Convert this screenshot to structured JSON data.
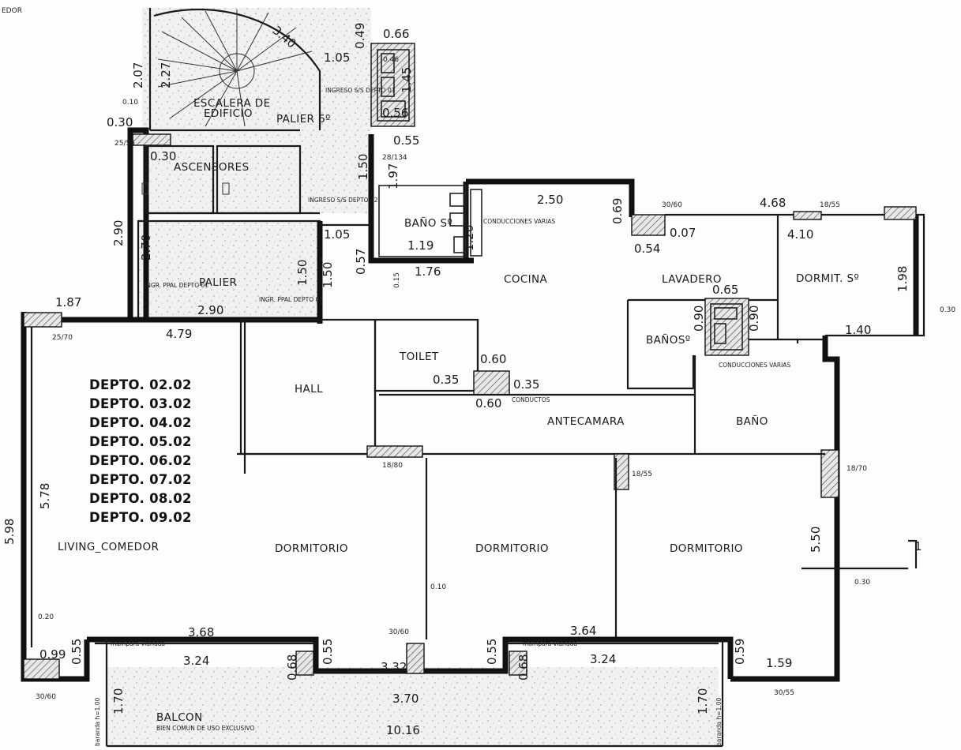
{
  "header": {
    "top_left_fragment": "EDOR"
  },
  "unit_list": {
    "items": [
      "DEPTO. 02.02",
      "DEPTO. 03.02",
      "DEPTO. 04.02",
      "DEPTO. 05.02",
      "DEPTO. 06.02",
      "DEPTO. 07.02",
      "DEPTO. 08.02",
      "DEPTO. 09.02"
    ]
  },
  "rooms": {
    "escalera": "ESCALERA DE",
    "escalera2": "EDIFICIO",
    "palier_6": "PALIER 6º",
    "ascensores": "ASCENSORES",
    "palier": "PALIER",
    "bano_s": "BAÑO Sº",
    "cocina": "COCINA",
    "lavadero": "LAVADERO",
    "dormit_s": "DORMIT. Sº",
    "banos_s2": "BAÑOSº",
    "toilet": "TOILET",
    "hall": "HALL",
    "antecamara": "ANTECAMARA",
    "bano": "BAÑO",
    "living": "LIVING_COMEDOR",
    "dormitorio_1": "DORMITORIO",
    "dormitorio_2": "DORMITORIO",
    "dormitorio_3": "DORMITORIO",
    "balcon": "BALCON",
    "balcon_sub": "BIEN COMUN DE USO EXCLUSIVO"
  },
  "notes": {
    "ingreso_01": "INGRESO S/S DEPTO 01",
    "ingreso_02": "INGRESO S/S DEPTO 02",
    "ingreso_ppal_01": "INGR. PPAL DEPTO 01",
    "ingreso_ppal_02": "INGR. PPAL DEPTO 02",
    "conducciones_1": "CONDUCCIONES VARIAS",
    "conducciones_2": "CONDUCCIONES VARIAS",
    "conductos": "CONDUCTOS",
    "mampara_1": "mampara vidriada",
    "mampara_2": "mampara vidriada",
    "baranda_1": "baranda h=1.00",
    "baranda_2": "baranda h=1.00",
    "section_marker": "1"
  },
  "dimensions": {
    "d_066": "0.66",
    "d_049": "0.49",
    "d_105a": "1.05",
    "d_046": "0.46",
    "d_145": "1.45",
    "d_056": "0.56",
    "d_055a": "0.55",
    "d_207": "2.07",
    "d_227": "2.27",
    "d_340": "3.40",
    "d_030": "0.30",
    "d_030b": "0.30",
    "d_150a": "1.50",
    "d_197": "1.97",
    "d_290v": "2.90",
    "d_270": "2.70",
    "d_105b": "1.05",
    "d_150b": "1.50",
    "d_150c": "1.50",
    "d_057": "0.57",
    "d_119": "1.19",
    "d_176": "1.76",
    "d_250": "2.50",
    "d_069": "0.69",
    "d_054": "0.54",
    "d_007": "0.07",
    "d_468": "4.68",
    "d_410": "4.10",
    "d_198": "1.98",
    "d_140": "1.40",
    "d_065": "0.65",
    "d_090a": "0.90",
    "d_090b": "0.90",
    "d_187": "1.87",
    "d_290h": "2.90",
    "d_479": "4.79",
    "d_060a": "0.60",
    "d_035a": "0.35",
    "d_035b": "0.35",
    "d_060b": "0.60",
    "d_578": "5.78",
    "d_598": "5.98",
    "d_550": "5.50",
    "d_368": "3.68",
    "d_364": "3.64",
    "d_324a": "3.24",
    "d_324b": "3.24",
    "d_332": "3.32",
    "d_370": "3.70",
    "d_099": "0.99",
    "d_055b": "0.55",
    "d_055c": "0.55",
    "d_055d": "0.55",
    "d_068a": "0.68",
    "d_068b": "0.68",
    "d_059": "0.59",
    "d_159": "1.59",
    "d_170a": "1.70",
    "d_170b": "1.70",
    "d_1016": "10.16",
    "d_120": "1.20"
  },
  "small_labels": {
    "s_2555": "25/55",
    "s_28134": "28/134",
    "s_3060": "30/60",
    "s_1855a": "18/55",
    "s_2570": "25/70",
    "s_1880": "18/80",
    "s_1855b": "18/55",
    "s_1870": "18/70",
    "s_3060b": "30/60",
    "s_3060c": "30/60",
    "s_3055": "30/55",
    "s_010a": "0.10",
    "s_010b": "0.10",
    "s_020": "0.20",
    "s_030r": "0.30",
    "s_030r2": "0.30",
    "s_015": "0.15"
  }
}
